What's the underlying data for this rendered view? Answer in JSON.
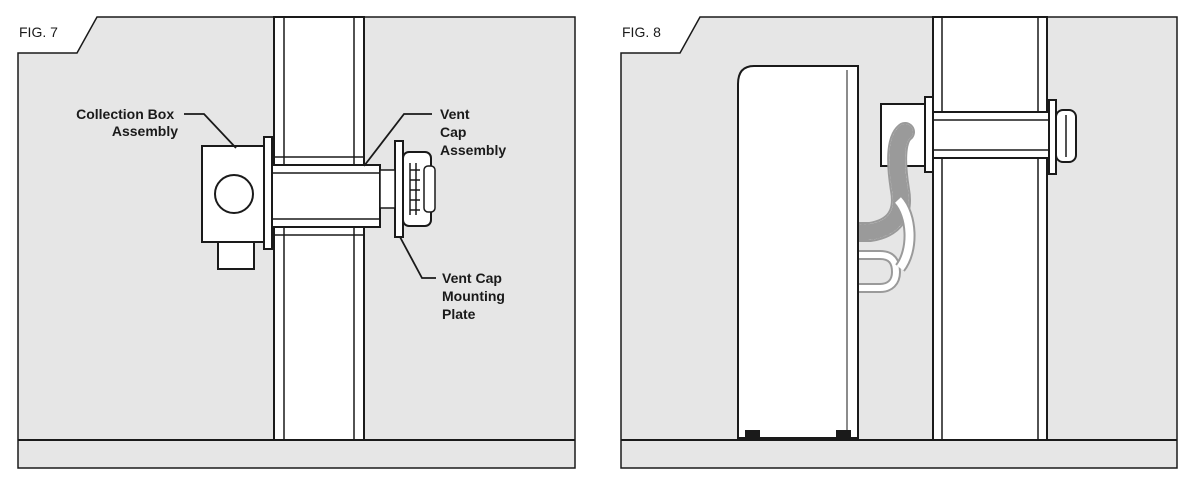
{
  "figures": [
    {
      "tag": "FIG. 7",
      "labels": {
        "collection_box": [
          "Collection Box",
          "Assembly"
        ],
        "vent_cap_assembly": [
          "Vent",
          "Cap",
          "Assembly"
        ],
        "vent_cap_plate": [
          "Vent Cap",
          "Mounting",
          "Plate"
        ]
      }
    },
    {
      "tag": "FIG. 8"
    }
  ],
  "colors": {
    "wall": "#e6e6e6",
    "line": "#1a1a1a",
    "white": "#ffffff",
    "hose": "#9a9a9a"
  }
}
